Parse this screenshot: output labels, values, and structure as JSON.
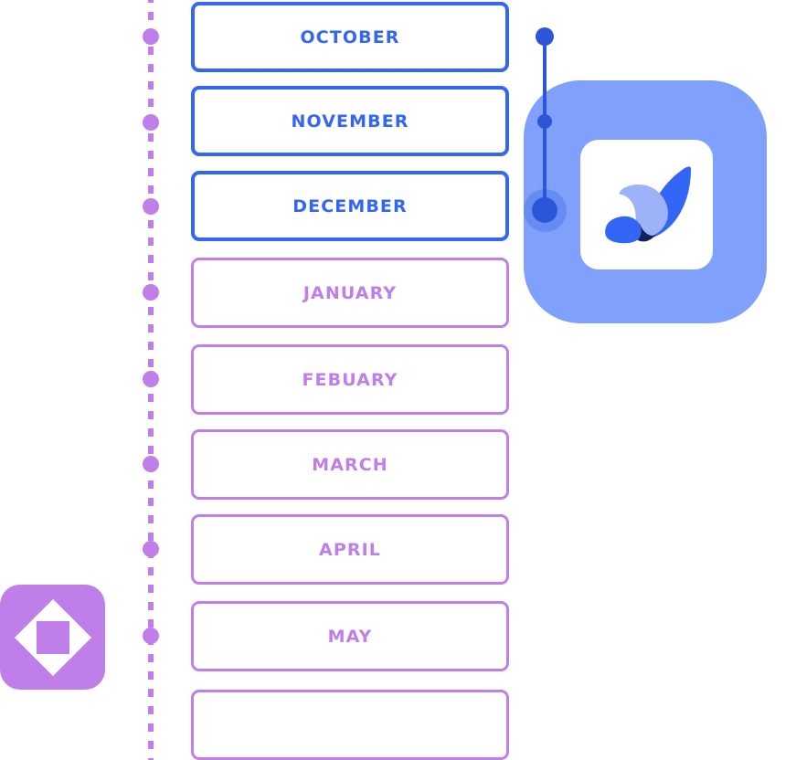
{
  "colors": {
    "blue_accent": "#3366f5",
    "blue_deep": "#2c55d8",
    "blue_tile": "#7fa1fb",
    "purple_accent": "#c07ee8",
    "logo_light_blue": "#9db2f7",
    "logo_mid_blue": "#3366f5",
    "logo_dark_navy": "#12205c",
    "background": "#ffffff"
  },
  "timeline": {
    "name": "month-timeline",
    "rail_style": "dotted",
    "markers": [
      {
        "label": "OCTOBER",
        "state": "active",
        "accent": "#3366f5"
      },
      {
        "label": "NOVEMBER",
        "state": "active",
        "accent": "#3366f5"
      },
      {
        "label": "DECEMBER",
        "state": "active",
        "accent": "#3366f5"
      },
      {
        "label": "JANUARY",
        "state": "upcoming",
        "accent": "#c07ee8"
      },
      {
        "label": "FEBUARY",
        "state": "upcoming",
        "accent": "#c07ee8"
      },
      {
        "label": "MARCH",
        "state": "upcoming",
        "accent": "#c07ee8"
      },
      {
        "label": "APRIL",
        "state": "upcoming",
        "accent": "#c07ee8"
      },
      {
        "label": "MAY",
        "state": "upcoming",
        "accent": "#c07ee8"
      },
      {
        "label": "",
        "state": "upcoming",
        "accent": "#c07ee8"
      }
    ]
  },
  "app_tile": {
    "icon_name": "jira-swoosh-logo",
    "tile_color": "#7fa1fb",
    "card_color": "#ffffff"
  },
  "connector": {
    "name": "blue-connector",
    "node_count": 3,
    "color": "#2c55d8"
  },
  "move_tile": {
    "icon_name": "move-resize-icon",
    "tile_color": "#c07ee8",
    "glyph_color": "#ffffff"
  }
}
